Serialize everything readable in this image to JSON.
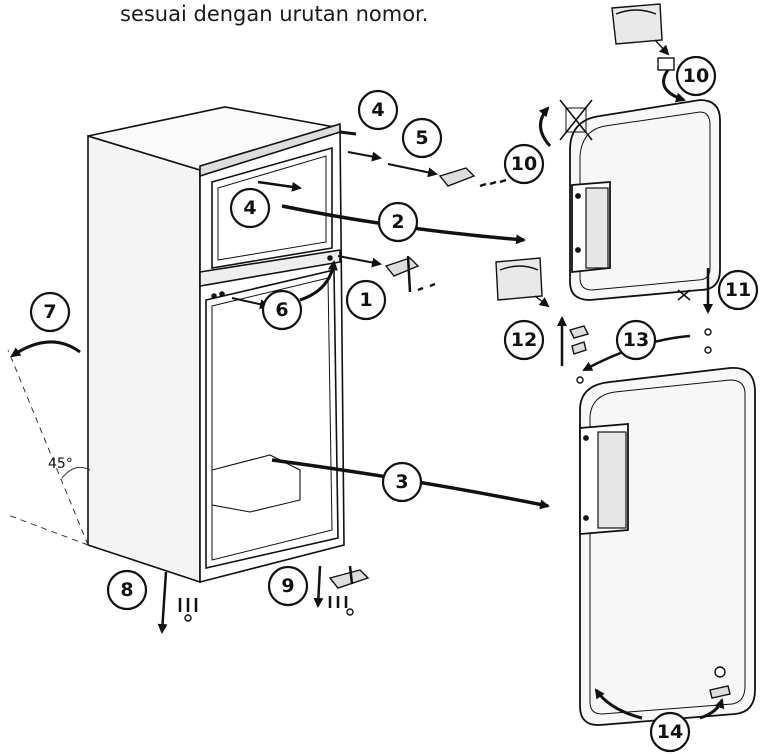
{
  "caption": "sesuai dengan urutan nomor.",
  "angle_label": "45°",
  "steps": [
    "1",
    "2",
    "3",
    "4",
    "4",
    "5",
    "6",
    "7",
    "8",
    "9",
    "10",
    "10",
    "11",
    "12",
    "13",
    "14"
  ]
}
